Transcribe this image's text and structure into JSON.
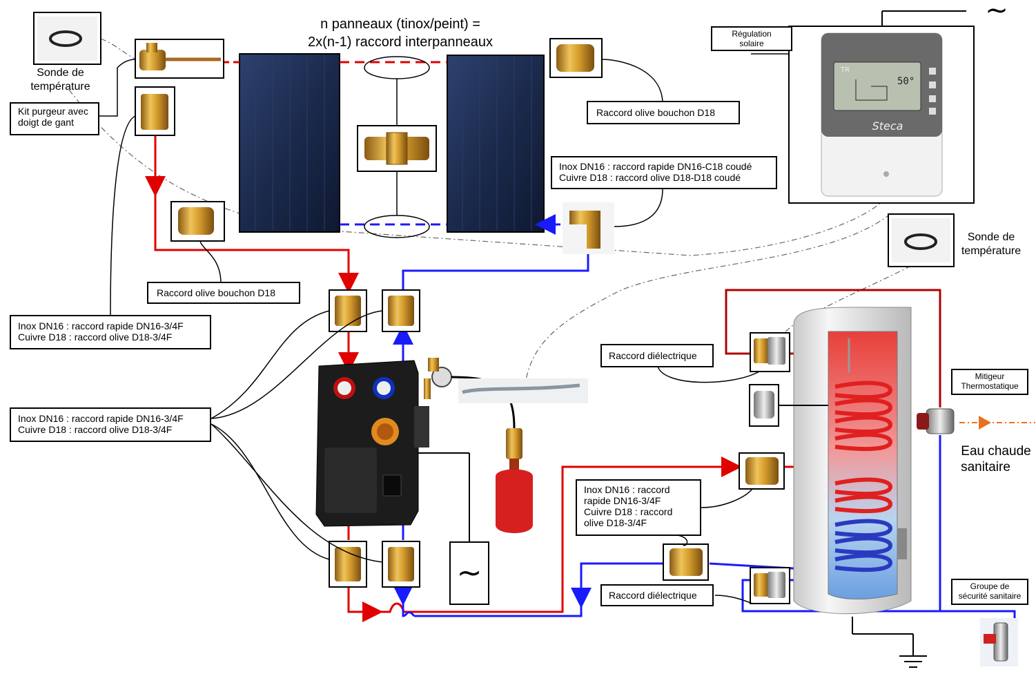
{
  "title_line1": "n panneaux (tinox/peint) =",
  "title_line2": "2x(n-1) raccord interpanneaux",
  "labels": {
    "sonde_top": [
      "Sonde de",
      "température"
    ],
    "kit_purgeur": [
      "Kit purgeur avec",
      "doigt de gant"
    ],
    "bouchon_top": "Raccord olive bouchon D18",
    "bouchon_left": "Raccord olive bouchon D18",
    "coude": [
      "Inox DN16 : raccord rapide DN16-C18 coudé",
      "Cuivre D18 : raccord olive D18-D18 coudé"
    ],
    "raccord_left1": [
      "Inox DN16 : raccord rapide DN16-3/4F",
      "Cuivre D18 : raccord olive D18-3/4F"
    ],
    "raccord_left2": [
      "Inox DN16 : raccord rapide DN16-3/4F",
      "Cuivre D18 : raccord olive D18-3/4F"
    ],
    "raccord_ballon": [
      "Inox DN16 : raccord",
      "rapide DN16-3/4F",
      "Cuivre D18 : raccord",
      "olive D18-3/4F"
    ],
    "regulation": [
      "Régulation",
      "solaire"
    ],
    "sonde_right": [
      "Sonde de",
      "température"
    ],
    "dielectrique_top": "Raccord diélectrique",
    "dielectrique_bottom": "Raccord diélectrique",
    "mitigeur": [
      "Mitigeur",
      "Thermostatique"
    ],
    "eau_chaude": [
      "Eau chaude",
      "sanitaire"
    ],
    "groupe_securite": [
      "Groupe de",
      "sécurité sanitaire"
    ]
  },
  "controller": {
    "brand": "Steca",
    "model": "TR",
    "display": "50°"
  },
  "symbols": {
    "ac_top": "~",
    "ac_pump": "~"
  },
  "colors": {
    "hot": "#e00000",
    "cold": "#1a1aff",
    "panel": "#1c2a4a",
    "brass": "#c8942a"
  }
}
